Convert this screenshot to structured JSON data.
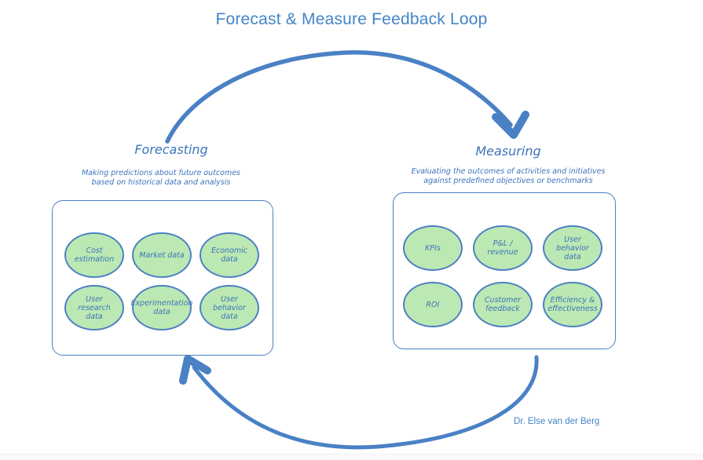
{
  "title": "Forecast & Measure Feedback Loop",
  "credit": "Dr. Else van der Berg",
  "colors": {
    "accent_blue": "#4285c8",
    "handwriting_blue": "#3d74ba",
    "arrow_blue": "#4a81c5",
    "shape_stroke_blue": "#4c80c4",
    "ellipse_fill_green": "#bce8b3"
  },
  "forecasting": {
    "label": "Forecasting",
    "description": "Making predictions about future outcomes based on historical data and analysis",
    "items": [
      "Cost estimation",
      "Market data",
      "Economic data",
      "User research data",
      "Experimentation data",
      "User behavior data"
    ]
  },
  "measuring": {
    "label": "Measuring",
    "description": "Evaluating the outcomes of activities and initiatives against predefined objectives or benchmarks",
    "items": [
      "KPIs",
      "P&L / revenue",
      "User behavior data",
      "ROI",
      "Customer feedback",
      "Efficiency & effectiveness"
    ]
  }
}
